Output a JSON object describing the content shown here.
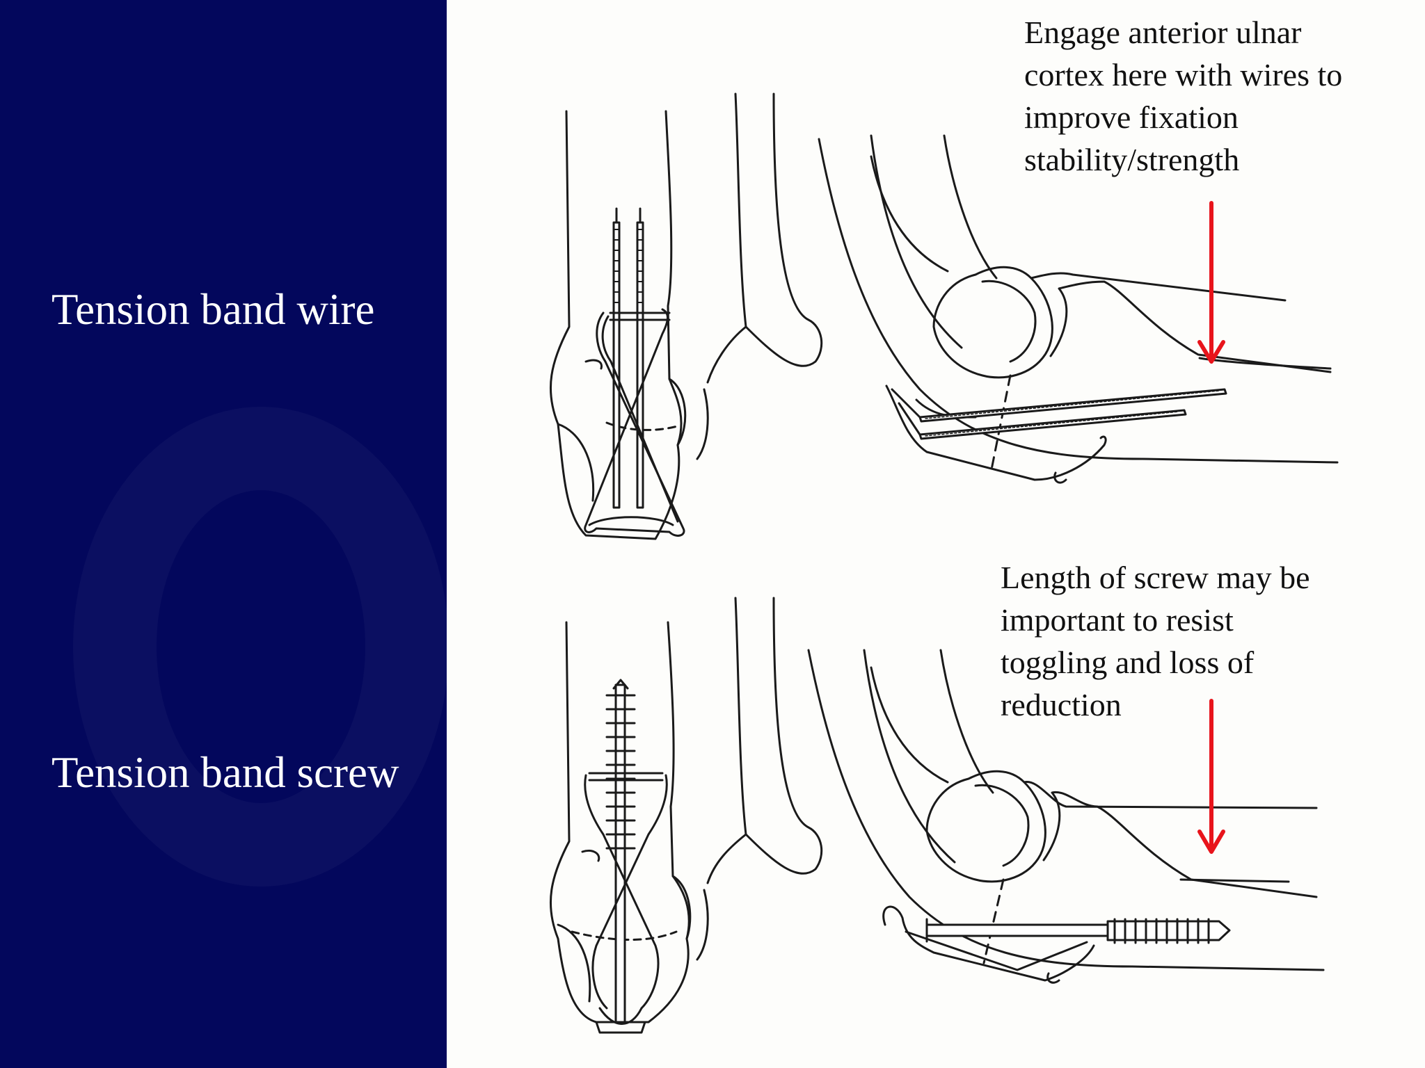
{
  "sidebar": {
    "labels": {
      "tension_band_wire": "Tension band wire",
      "tension_band_screw": "Tension band screw"
    }
  },
  "annotations": {
    "top": {
      "lines": [
        "Engage anterior ulnar",
        "cortex here with wires to",
        "improve fixation",
        "stability/strength"
      ]
    },
    "bottom": {
      "lines": [
        "Length of screw may be",
        "important to resist",
        "toggling and loss of",
        "reduction"
      ]
    }
  },
  "colors": {
    "sidebar_background": "#03075c",
    "sidebar_text": "#ffffff",
    "canvas_background": "#fdfdfb",
    "arrow": "#e8141b",
    "drawing_ink": "#1a1a1a"
  },
  "icons": {
    "arrow": "down-arrow-icon"
  }
}
